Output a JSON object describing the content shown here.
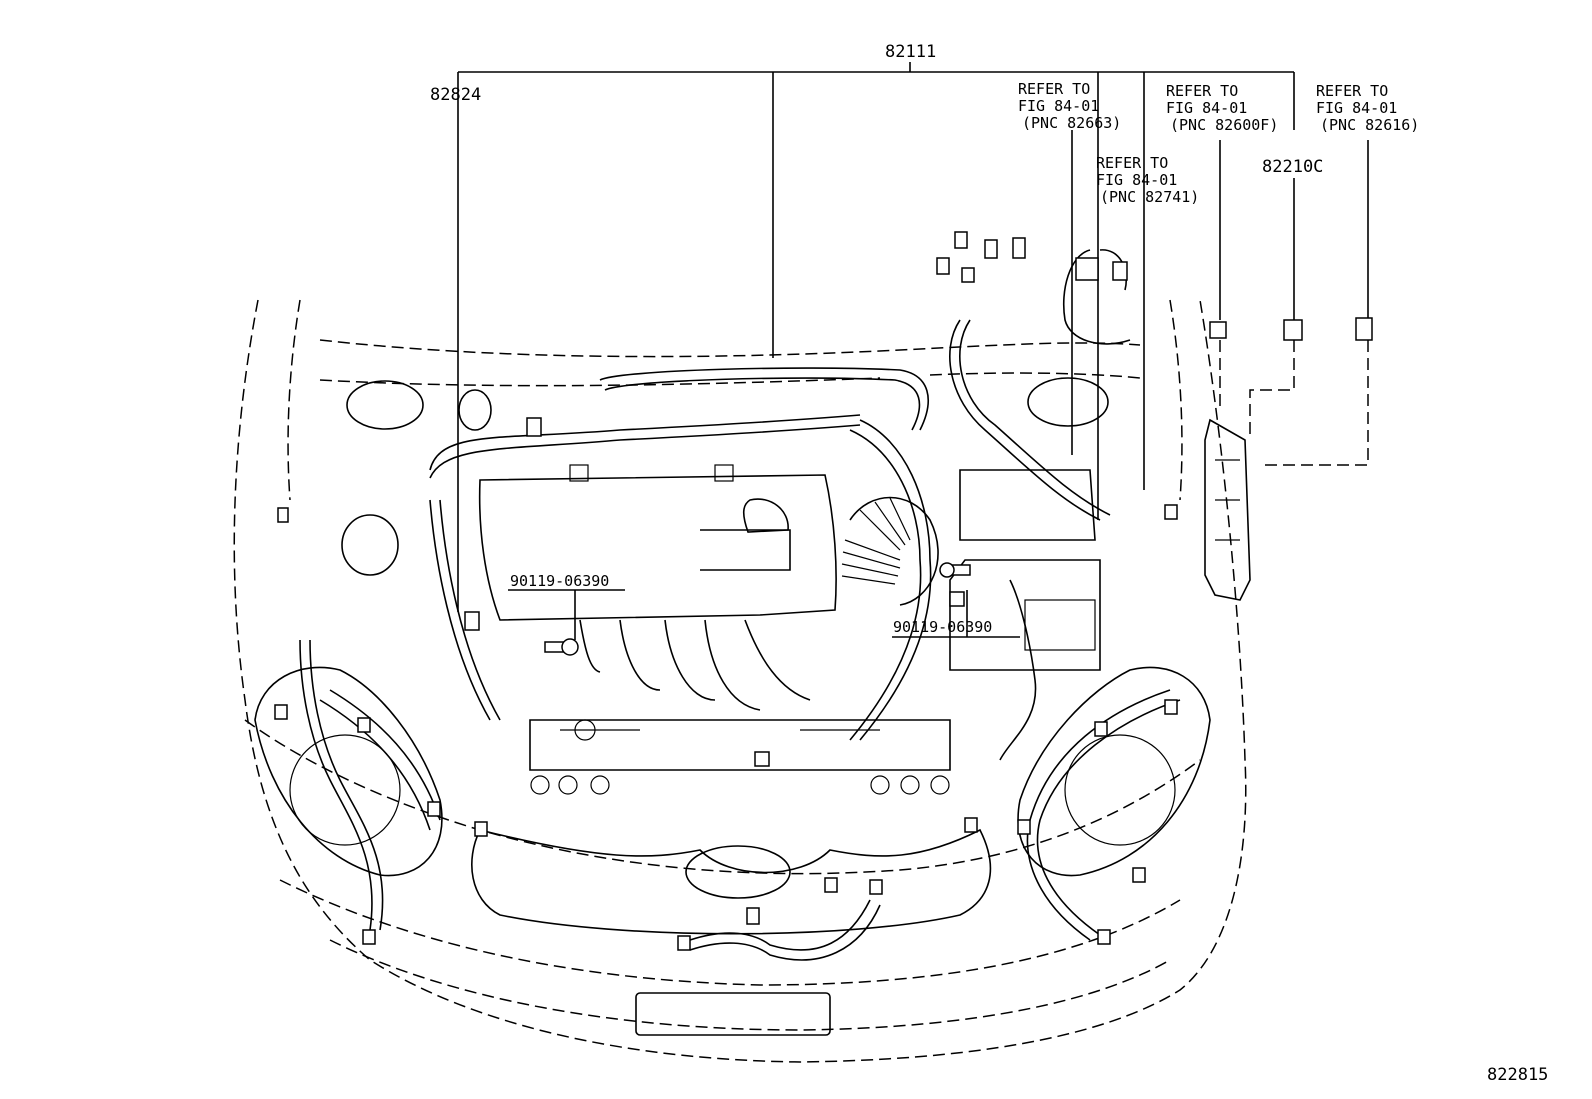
{
  "labels": {
    "main_part": "82111",
    "part_82824": "82824",
    "part_82210c": "82210C",
    "bolt_left": "90119-06390",
    "bolt_right": "90119-06390",
    "figure_id": "822815"
  },
  "refer_notes": [
    {
      "line1": "REFER TO",
      "line2": "FIG 84-01",
      "line3": "(PNC 82663)"
    },
    {
      "line1": "REFER TO",
      "line2": "FIG 84-01",
      "line3": "(PNC 82741)"
    },
    {
      "line1": "REFER TO",
      "line2": "FIG 84-01",
      "line3": "(PNC 82600F)"
    },
    {
      "line1": "REFER TO",
      "line2": "FIG 84-01",
      "line3": "(PNC 82616)"
    }
  ]
}
